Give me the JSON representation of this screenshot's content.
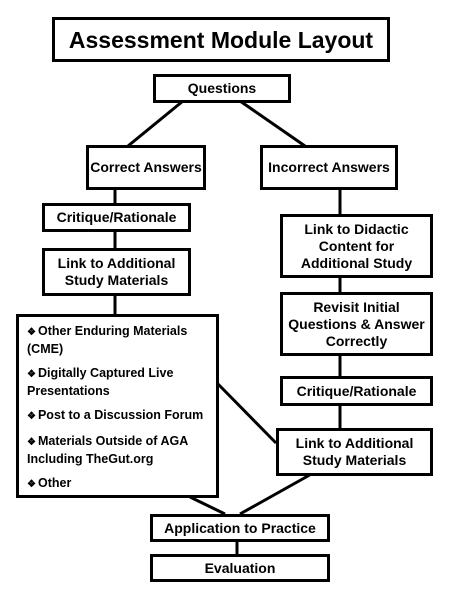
{
  "title": "Assessment Module Layout",
  "nodes": {
    "questions": "Questions",
    "correct_answers": "Correct Answers",
    "incorrect_answers": "Incorrect Answers",
    "critique_left": "Critique/Rationale",
    "link_additional_left": "Link to Additional Study Materials",
    "link_didactic": "Link to Didactic Content for Additional Study",
    "revisit": "Revisit Initial Questions & Answer Correctly",
    "critique_right": "Critique/Rationale",
    "link_additional_right": "Link to Additional Study Materials",
    "application": "Application to Practice",
    "evaluation": "Evaluation"
  },
  "materials": [
    "Other Enduring Materials (CME)",
    "Digitally Captured Live Presentations",
    "Post to a Discussion Forum",
    "Materials Outside of AGA Including TheGut.org",
    "Other"
  ],
  "bullet_icon": "diamond-bullet-icon"
}
